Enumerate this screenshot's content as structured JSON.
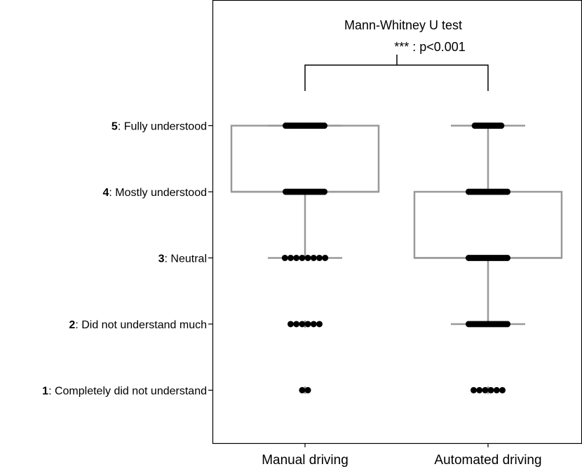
{
  "chart_data": {
    "type": "box",
    "categories": [
      "Manual driving",
      "Automated driving"
    ],
    "y_ticks": [
      {
        "value": 5,
        "number": "5",
        "text": ": Fully understood"
      },
      {
        "value": 4,
        "number": "4",
        "text": ": Mostly understood"
      },
      {
        "value": 3,
        "number": "3",
        "text": ": Neutral"
      },
      {
        "value": 2,
        "number": "2",
        "text": ": Did not understand much"
      },
      {
        "value": 1,
        "number": "1",
        "text": ": Completely did not understand"
      }
    ],
    "ylim": [
      0.2,
      6.9
    ],
    "boxes": [
      {
        "name": "Manual driving",
        "whisker_low": 3,
        "q1": 4,
        "median": 4,
        "q3": 5,
        "whisker_high": 5,
        "outliers": [
          2,
          1
        ]
      },
      {
        "name": "Automated driving",
        "whisker_low": 2,
        "q1": 3,
        "median": 3,
        "q3": 4,
        "whisker_high": 5,
        "outliers": [
          1
        ]
      }
    ],
    "point_counts": {
      "Manual driving": {
        "5": 20,
        "4": 20,
        "3": 8,
        "2": 6,
        "1": 2
      },
      "Automated driving": {
        "5": 14,
        "4": 20,
        "3": 20,
        "2": 20,
        "1": 6
      }
    },
    "annotation": {
      "title": "Mann-Whitney U test",
      "significance": "*** : p<0.001"
    },
    "colors": {
      "box": "#999999",
      "points": "#000000",
      "axis": "#000000"
    }
  }
}
